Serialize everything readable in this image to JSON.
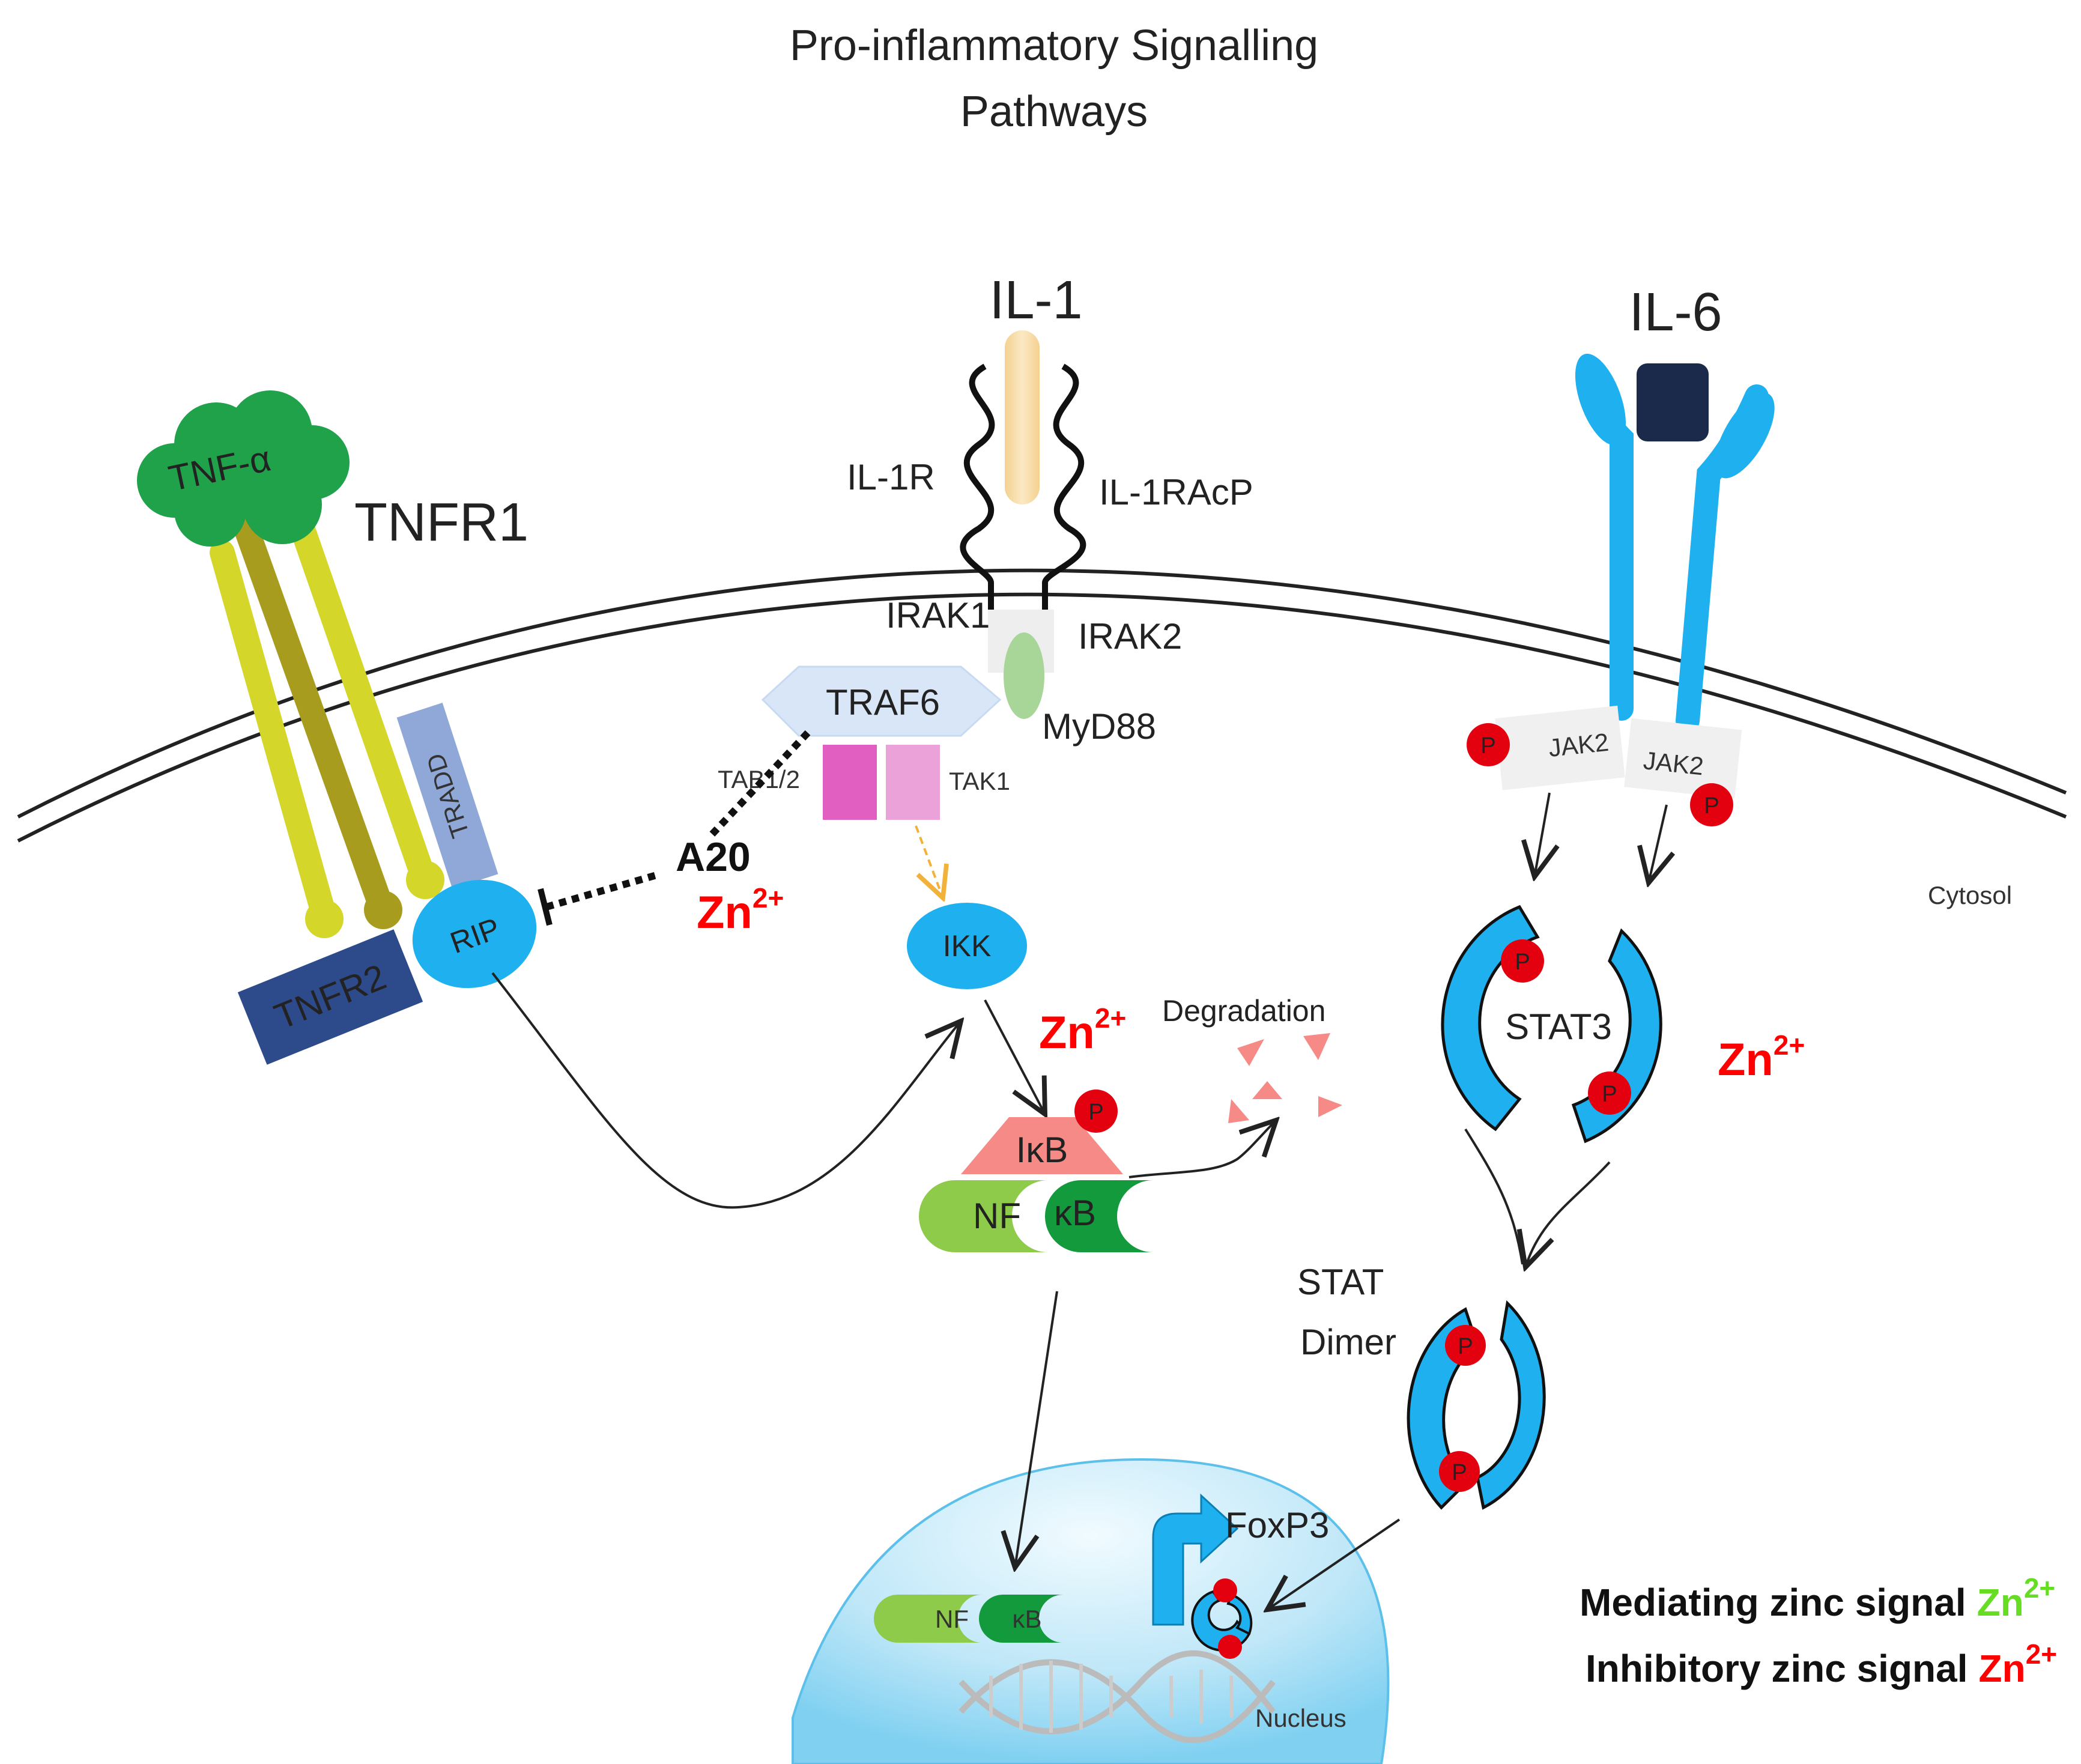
{
  "title": {
    "line1": "Pro-inflammatory Signalling",
    "line2": "Pathways"
  },
  "receptors": {
    "il1": "IL-1",
    "il6": "IL-6",
    "tnfr1": "TNFR1",
    "tnf_alpha": "TNF-α",
    "il1r": "IL-1R",
    "il1racp": "IL-1RAcP"
  },
  "proteins": {
    "tradd": "TRADD",
    "tnfr2": "TNFR2",
    "rip": "RIP",
    "irak1": "IRAK1",
    "irak2": "IRAK2",
    "traf6": "TRAF6",
    "myd88": "MyD88",
    "tab12": "TAB1/2",
    "tak1": "TAK1",
    "a20": "A20",
    "ikk": "IKK",
    "ikb": "IκB",
    "nf": "NF",
    "kb": "κB",
    "jak2_left": "JAK2",
    "jak2_right": "JAK2",
    "stat3": "STAT3",
    "stat_dimer_1": "STAT",
    "stat_dimer_2": "Dimer",
    "foxp3": "FoxP3",
    "phospho": "P"
  },
  "labels": {
    "cytosol": "Cytosol",
    "nucleus": "Nucleus",
    "degradation": "Degradation",
    "zn": "Zn",
    "zn_charge": "2+"
  },
  "legend": {
    "mediating": "Mediating zinc signal",
    "inhibitory": "Inhibitory zinc signal",
    "mediating_color": "#66dd22",
    "inhibitory_color": "#ff0000"
  },
  "colors": {
    "receptor_yellow": "#d4d62a",
    "receptor_olive": "#a79c1e",
    "tnf_green": "#1fa24a",
    "light_blue": "#1fb1ef",
    "navy": "#2d4a8a",
    "tradd": "#8fa8d8",
    "traf6": "#d8e6f8",
    "tab": "#e05fc0",
    "tak": "#eaa2d8",
    "ikb": "#f58a86",
    "nf_light": "#8ecb4a",
    "kb_dark": "#139a3c",
    "il1_ligand": "#f9dca0",
    "il6_ligand": "#1b2a4a",
    "phospho_red": "#e3000f"
  }
}
